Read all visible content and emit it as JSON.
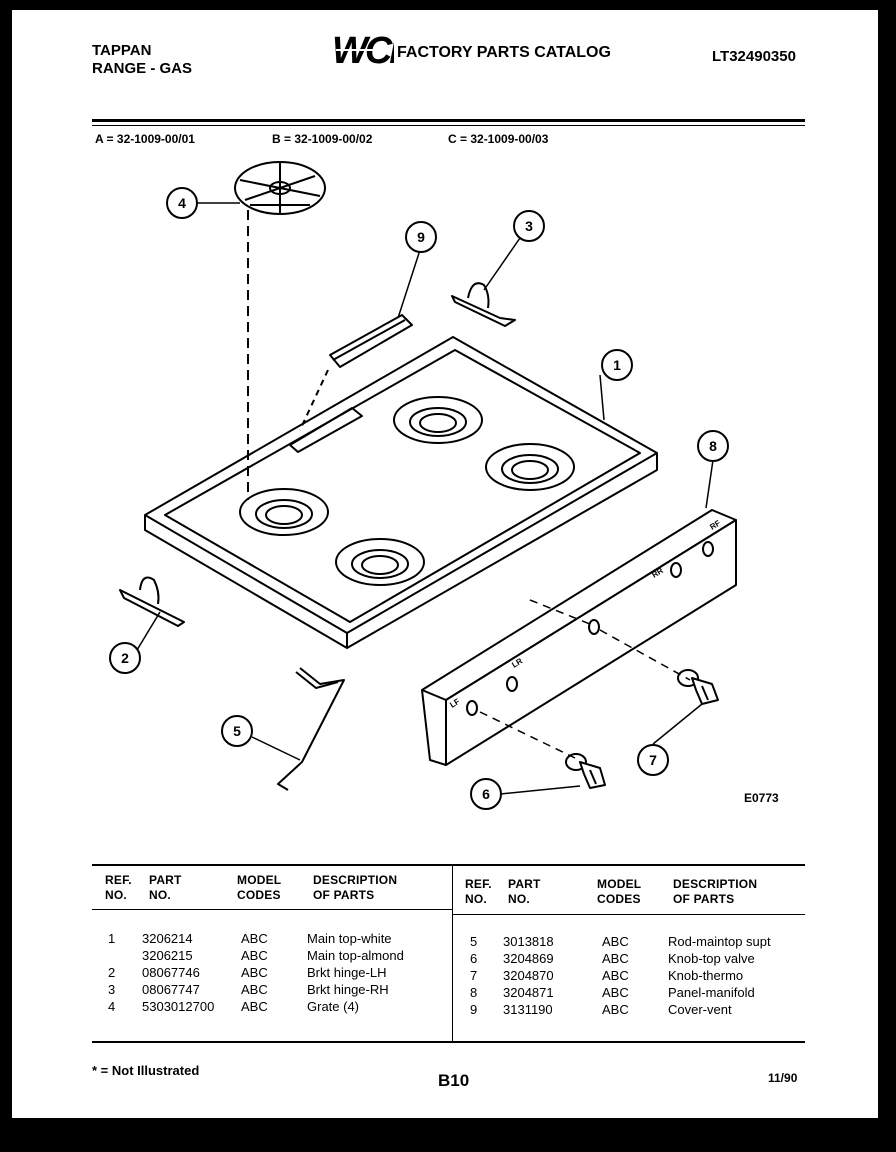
{
  "header": {
    "brand": "TAPPAN",
    "product": "RANGE - GAS",
    "logo_text": "WCI",
    "catalog_title": "FACTORY PARTS CATALOG",
    "catalog_number": "LT32490350"
  },
  "models": {
    "a": "A = 32-1009-00/01",
    "b": "B = 32-1009-00/02",
    "c": "C = 32-1009-00/03"
  },
  "diagram": {
    "callouts": [
      "1",
      "2",
      "3",
      "4",
      "5",
      "6",
      "7",
      "8",
      "9"
    ],
    "figure_id": "E0773",
    "panel_labels": [
      "LF",
      "LR",
      "RR",
      "RF"
    ]
  },
  "table": {
    "headers": {
      "ref": [
        "REF.",
        "NO."
      ],
      "part": [
        "PART",
        "NO."
      ],
      "model": [
        "MODEL",
        "CODES"
      ],
      "desc": [
        "DESCRIPTION",
        "OF PARTS"
      ]
    },
    "left_rows": [
      {
        "ref": "1",
        "part": "3206214",
        "codes": "ABC",
        "desc": "Main top-white"
      },
      {
        "ref": "",
        "part": "3206215",
        "codes": "ABC",
        "desc": "Main top-almond"
      },
      {
        "ref": "2",
        "part": "08067746",
        "codes": "ABC",
        "desc": "Brkt hinge-LH"
      },
      {
        "ref": "3",
        "part": "08067747",
        "codes": "ABC",
        "desc": "Brkt hinge-RH"
      },
      {
        "ref": "4",
        "part": "5303012700",
        "codes": "ABC",
        "desc": "Grate (4)"
      }
    ],
    "right_rows": [
      {
        "ref": "5",
        "part": "3013818",
        "codes": "ABC",
        "desc": "Rod-maintop supt"
      },
      {
        "ref": "6",
        "part": "3204869",
        "codes": "ABC",
        "desc": "Knob-top valve"
      },
      {
        "ref": "7",
        "part": "3204870",
        "codes": "ABC",
        "desc": "Knob-thermo"
      },
      {
        "ref": "8",
        "part": "3204871",
        "codes": "ABC",
        "desc": "Panel-manifold"
      },
      {
        "ref": "9",
        "part": "3131190",
        "codes": "ABC",
        "desc": "Cover-vent"
      }
    ]
  },
  "footer": {
    "note": "* = Not Illustrated",
    "page": "B10",
    "date": "11/90"
  }
}
